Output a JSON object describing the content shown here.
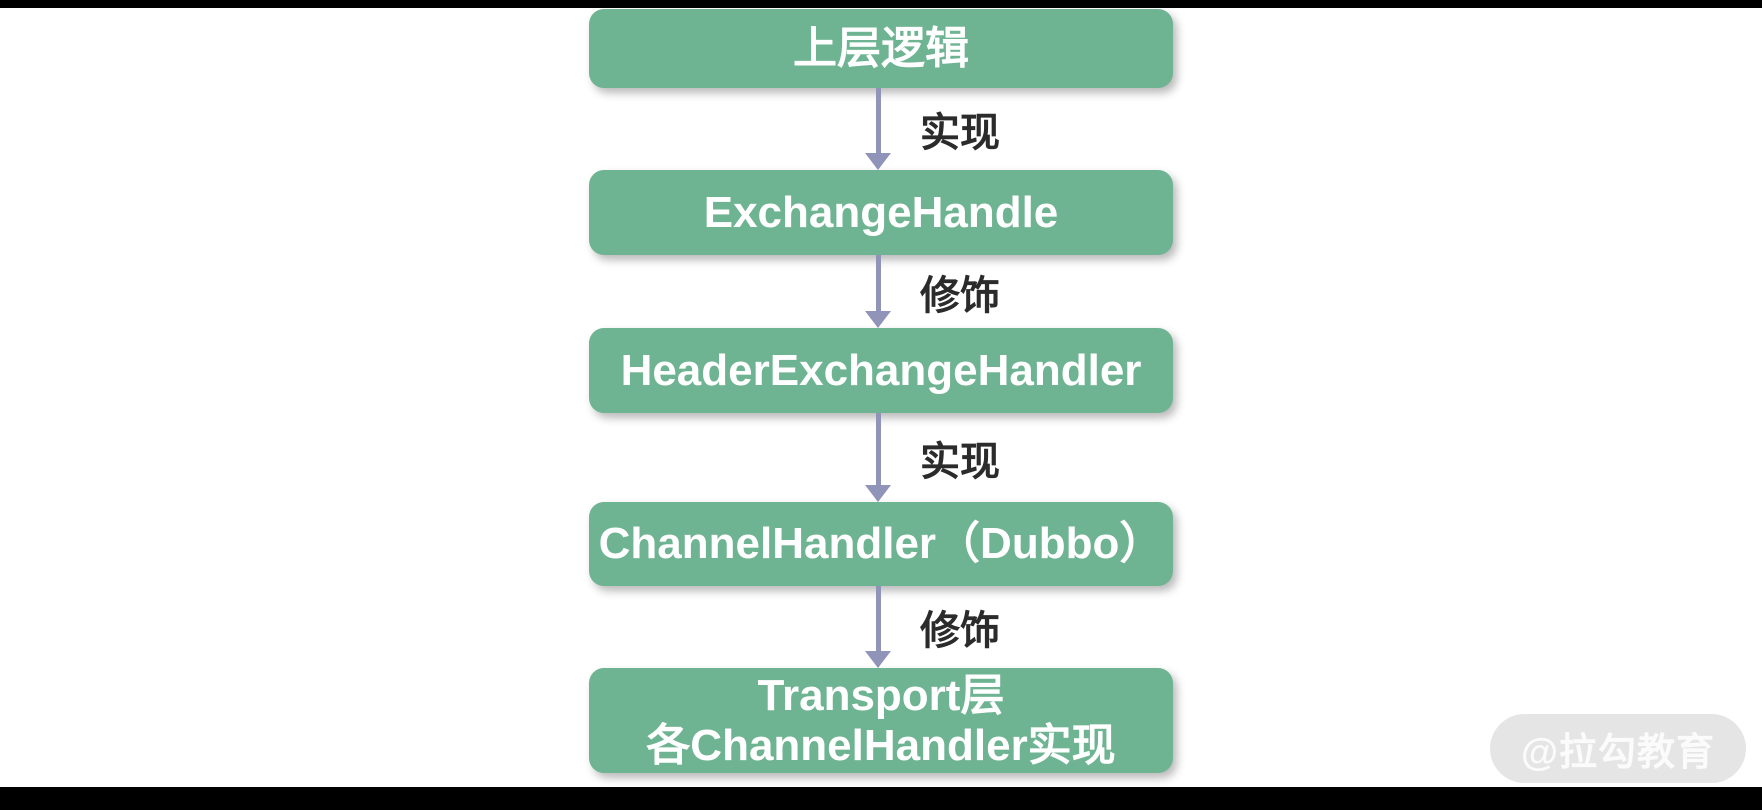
{
  "colors": {
    "canvas_bg": "#FFFFFF",
    "letterbox": "#000000",
    "box_fill": "#6FB492",
    "box_text": "#FFFFFF",
    "arrow": "#8F94B8",
    "edge_label_text": "#2B2B2B",
    "watermark_bg": "#E5E5E5",
    "watermark_text": "#FBFBFB"
  },
  "diagram": {
    "nodes": [
      {
        "label": "上层逻辑"
      },
      {
        "label": "ExchangeHandle"
      },
      {
        "label": "HeaderExchangeHandler"
      },
      {
        "label": "ChannelHandler（Dubbo）"
      },
      {
        "label": "Transport层\n各ChannelHandler实现"
      }
    ],
    "edges": [
      {
        "label": "实现"
      },
      {
        "label": "修饰"
      },
      {
        "label": "实现"
      },
      {
        "label": "修饰"
      }
    ]
  },
  "watermark": {
    "text": "@拉勾教育"
  }
}
